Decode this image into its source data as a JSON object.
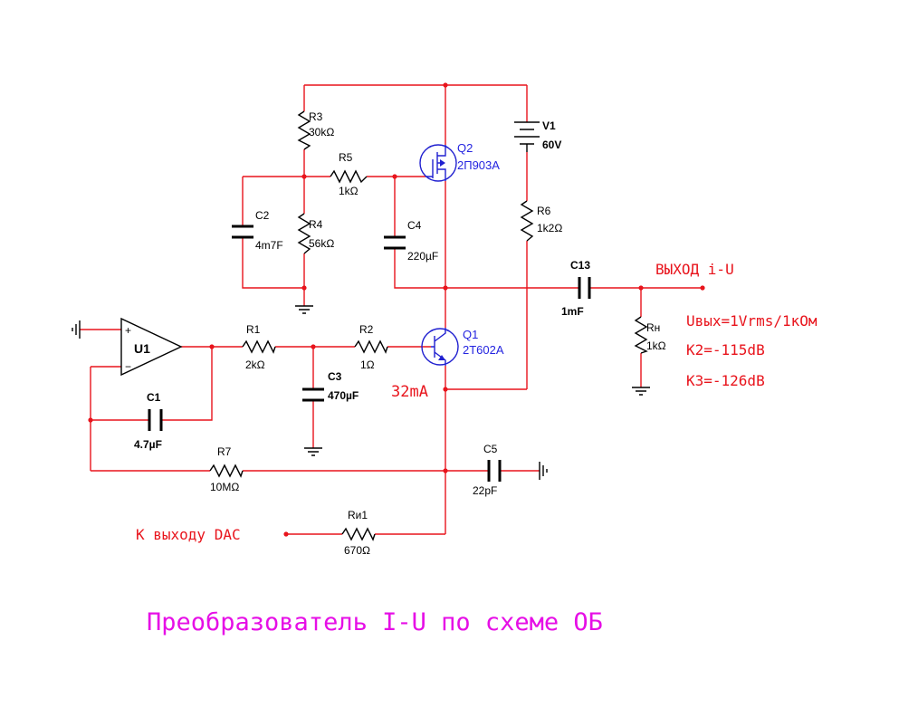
{
  "title": "Преобразователь I-U по схеме ОБ",
  "output_label": "ВЫХОД i-U",
  "input_label": "К выходу DAC",
  "current_label": "32mA",
  "results": {
    "uout": "Uвых=1Vrms/1кОм",
    "k2": "K2=-115dB",
    "k3": "K3=-126dB"
  },
  "components": {
    "r3": {
      "name": "R3",
      "value": "30kΩ"
    },
    "r5": {
      "name": "R5",
      "value": "1kΩ"
    },
    "r4": {
      "name": "R4",
      "value": "56kΩ"
    },
    "c2": {
      "name": "C2",
      "value": "4m7F"
    },
    "c4": {
      "name": "C4",
      "value": "220µF"
    },
    "q2": {
      "name": "Q2",
      "value": "2П903А"
    },
    "v1": {
      "name": "V1",
      "value": "60V"
    },
    "r6": {
      "name": "R6",
      "value": "1k2Ω"
    },
    "c13": {
      "name": "C13",
      "value": "1mF"
    },
    "rn": {
      "name": "Rн",
      "value": "1kΩ"
    },
    "u1": {
      "name": "U1",
      "plus": "+",
      "minus": "−"
    },
    "r1": {
      "name": "R1",
      "value": "2kΩ"
    },
    "r2": {
      "name": "R2",
      "value": "1Ω"
    },
    "c3": {
      "name": "C3",
      "value": "470µF"
    },
    "q1": {
      "name": "Q1",
      "value": "2Т602А"
    },
    "c1": {
      "name": "C1",
      "value": "4.7µF"
    },
    "r7": {
      "name": "R7",
      "value": "10MΩ"
    },
    "c5": {
      "name": "C5",
      "value": "22pF"
    },
    "ri1": {
      "name": "Rи1",
      "value": "670Ω"
    }
  }
}
